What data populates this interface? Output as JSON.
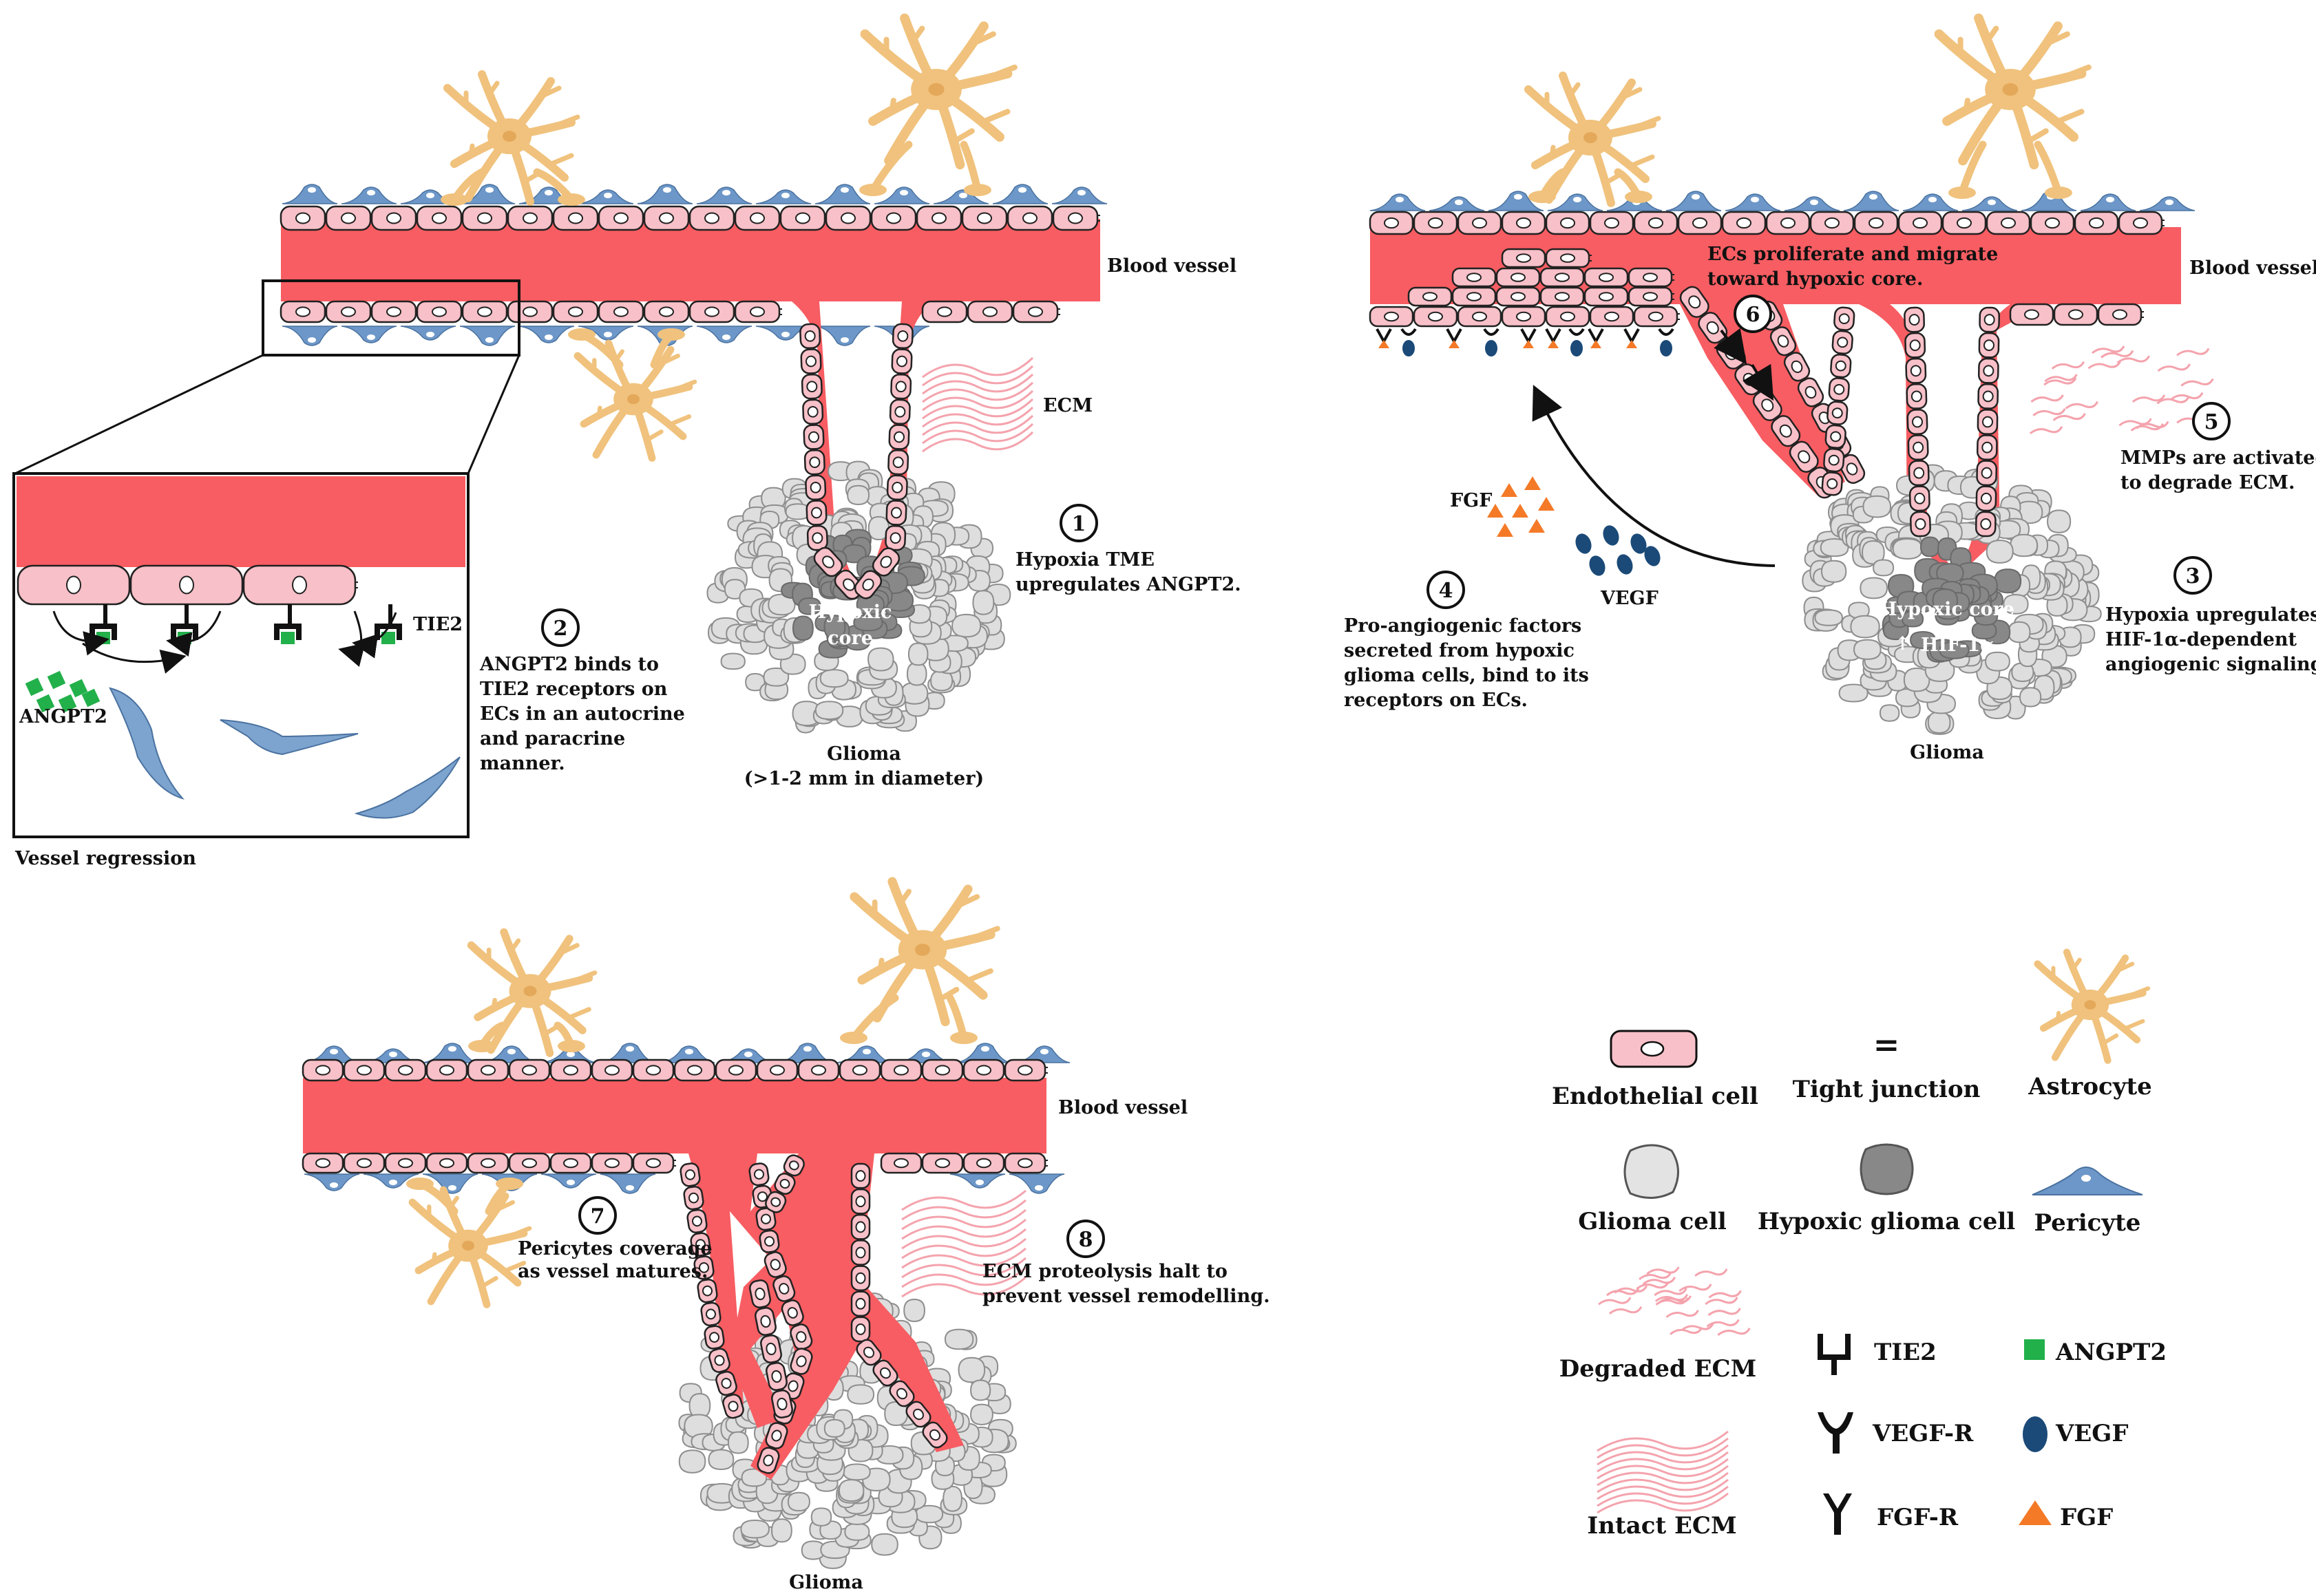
{
  "colors": {
    "vessel": "#f75d62",
    "endothelial": "#f8c0c8",
    "pericyte": "#6c97c8",
    "astrocyte": "#f0c27d",
    "glioma": "#dedede",
    "hypoxic": "#888888",
    "angpt2": "#22b04a",
    "vegf": "#1b4a78",
    "fgf": "#f47a28",
    "ecm": "#f4a3ad"
  },
  "panel1": {
    "vessel_label": "Blood vessel",
    "ecm_label": "ECM",
    "core_line1": "Hypoxic",
    "core_line2": "core",
    "glioma_label": "Glioma",
    "glioma_size": "(>1-2 mm in diameter)",
    "step1_num": "1",
    "step1_line1": "Hypoxia TME",
    "step1_line2": "upregulates ANGPT2.",
    "step2_num": "2",
    "step2_line1": "ANGPT2 binds to",
    "step2_line2": "TIE2 receptors on",
    "step2_line3": "ECs in an autocrine",
    "step2_line4": "and paracrine",
    "step2_line5": "manner.",
    "inset_tie2": "TIE2",
    "inset_angpt2": "ANGPT2",
    "inset_caption": "Vessel regression"
  },
  "panel2": {
    "vessel_label": "Blood vessel",
    "step6_num": "6",
    "step6_line1": "ECs proliferate and migrate",
    "step6_line2": "toward hypoxic core.",
    "step5_num": "5",
    "step5_line1": "MMPs are activated",
    "step5_line2": "to degrade ECM.",
    "step4_num": "4",
    "step4_line1": "Pro-angiogenic factors",
    "step4_line2": "secreted from hypoxic",
    "step4_line3": "glioma cells, bind to its",
    "step4_line4": "receptors on ECs.",
    "fgf_label": "FGF",
    "vegf_label": "VEGF",
    "step3_num": "3",
    "step3_line1": "Hypoxia upregulates",
    "step3_line2": "HIF-1α-dependent",
    "step3_line3": "angiogenic signaling.",
    "core_label": "Hypoxic core",
    "hif_label": "HIF-1α",
    "glioma_label": "Glioma"
  },
  "panel3": {
    "vessel_label": "Blood vessel",
    "step7_num": "7",
    "step7_line1": "Pericytes coverage",
    "step7_line2": "as vessel matures.",
    "step8_num": "8",
    "step8_line1": "ECM proteolysis halt to",
    "step8_line2": "prevent vessel remodelling.",
    "glioma_label": "Glioma"
  },
  "legend": {
    "endothelial": "Endothelial cell",
    "tight_junction_symbol": "=",
    "tight_junction": "Tight junction",
    "astrocyte": "Astrocyte",
    "glioma_cell": "Glioma cell",
    "hypoxic_cell": "Hypoxic glioma cell",
    "pericyte": "Pericyte",
    "degraded_ecm": "Degraded ECM",
    "tie2": "TIE2",
    "angpt2": "ANGPT2",
    "vegfr": "VEGF-R",
    "vegf": "VEGF",
    "intact_ecm": "Intact ECM",
    "fgfr": "FGF-R",
    "fgf": "FGF"
  }
}
